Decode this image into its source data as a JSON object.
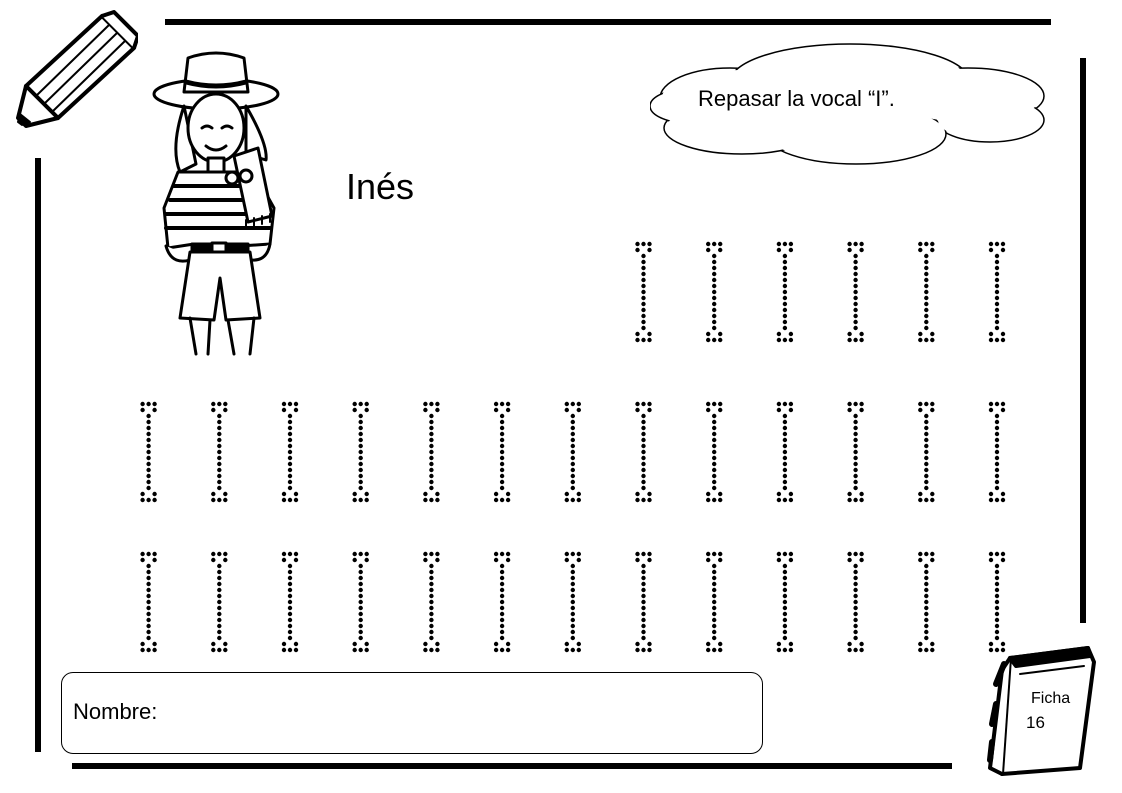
{
  "instruction": "Repasar la vocal “I”.",
  "character_name": "Inés",
  "name_field": {
    "label": "Nombre:",
    "value": ""
  },
  "worksheet": {
    "label": "Ficha",
    "number": "16"
  },
  "tracing": {
    "letter": "I",
    "rows": [
      6,
      13,
      13
    ]
  },
  "icons": [
    "pencil-icon",
    "girl-illustration",
    "speech-cloud",
    "book-icon"
  ]
}
